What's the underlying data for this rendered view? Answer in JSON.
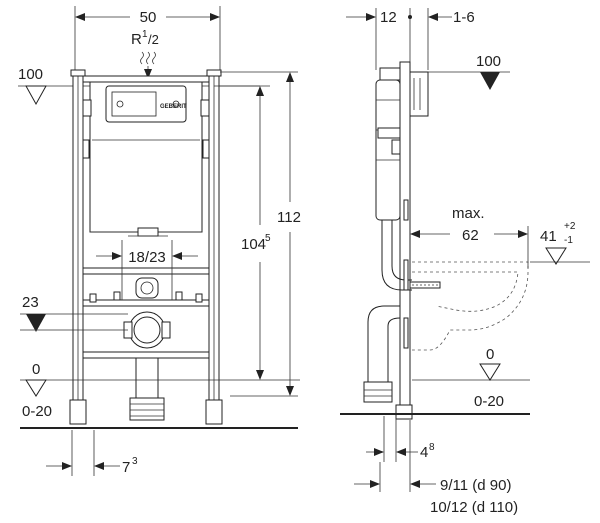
{
  "front_view": {
    "width_label": "50",
    "connection_label": "R",
    "connection_sup": "1",
    "connection_sub": "/2",
    "level_top": "100",
    "height_total": "112",
    "height_inner": "104",
    "height_inner_sup": "5",
    "spacing_label": "18/23",
    "level_mid": "23",
    "level_floor": "0",
    "floor_range": "0-20",
    "frame_offset": "7",
    "frame_offset_sup": "3",
    "brand": "GEBERIT"
  },
  "side_view": {
    "depth_top": "12",
    "depth_adjust": "1-6",
    "level_top": "100",
    "max_label": "max.",
    "projection": "62",
    "bowl_height": "41",
    "bowl_tol_plus": "+2",
    "bowl_tol_minus": "-1",
    "level_floor": "0",
    "floor_range": "0-20",
    "pipe_offset": "4",
    "pipe_offset_sup": "8",
    "pipe_d90": "9/11 (d 90)",
    "pipe_d110": "10/12 (d 110)"
  }
}
